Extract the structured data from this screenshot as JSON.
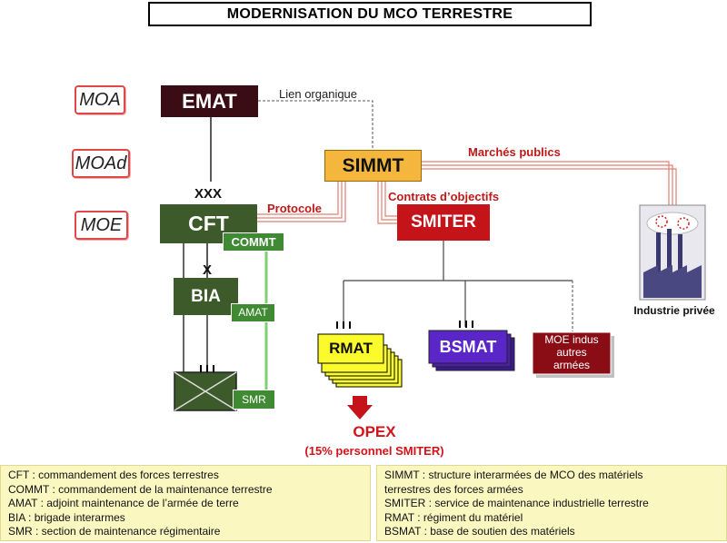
{
  "title": "MODERNISATION DU MCO TERRESTRE",
  "roles": {
    "moa": "MOA",
    "moad": "MOAd",
    "moe": "MOE"
  },
  "nodes": {
    "emat": "EMAT",
    "simmt": "SIMMT",
    "smiter": "SMITER",
    "cft": "CFT",
    "commt": "COMMT",
    "bia": "BIA",
    "amat": "AMAT",
    "smr": "SMR",
    "rmat": "RMAT",
    "bsmat": "BSMAT",
    "moe_indus": [
      "MOE indus",
      "autres",
      "armées"
    ]
  },
  "edge_labels": {
    "lien": "Lien organique",
    "marches": "Marchés publics",
    "contrats": "Contrats d’objectifs",
    "protocole": "Protocole",
    "xxx": "XXX",
    "x": "X"
  },
  "opex": {
    "title": "OPEX",
    "subtitle": "(15% personnel SMITER)"
  },
  "industry": {
    "label": "Industrie privée"
  },
  "legend_left": [
    {
      "abbr": "CFT",
      "def": " : commandement des forces terrestres"
    },
    {
      "abbr": "COMMT",
      "def": " : commandement de la maintenance terrestre"
    },
    {
      "abbr": "AMAT",
      "def": " : adjoint maintenance de l’armée de terre"
    },
    {
      "abbr": "BIA",
      "def": " : brigade interarmes"
    },
    {
      "abbr": "SMR",
      "def": " : section de maintenance régimentaire"
    }
  ],
  "legend_right": [
    {
      "abbr": "SIMMT",
      "def": " : structure interarmées de MCO des matériels"
    },
    {
      "abbr": "",
      "def": "terrestres des forces armées"
    },
    {
      "abbr": "SMITER",
      "def": " : service de maintenance industrielle terrestre"
    },
    {
      "abbr": "RMAT",
      "def": " : régiment du matériel"
    },
    {
      "abbr": "BSMAT",
      "def": " : base de soutien des matériels"
    }
  ],
  "colors": {
    "emat": "#3a0d14",
    "simmt": "#f4b63c",
    "smiter": "#c4141a",
    "army_dark": "#3d5a2a",
    "army_light": "#3f8a33",
    "rmat": "#fbfb2c",
    "bsmat": "#5a26c8",
    "moe_indus": "#8a0d16",
    "accent_red": "#d3131a",
    "legend_bg": "#faf7c0"
  }
}
